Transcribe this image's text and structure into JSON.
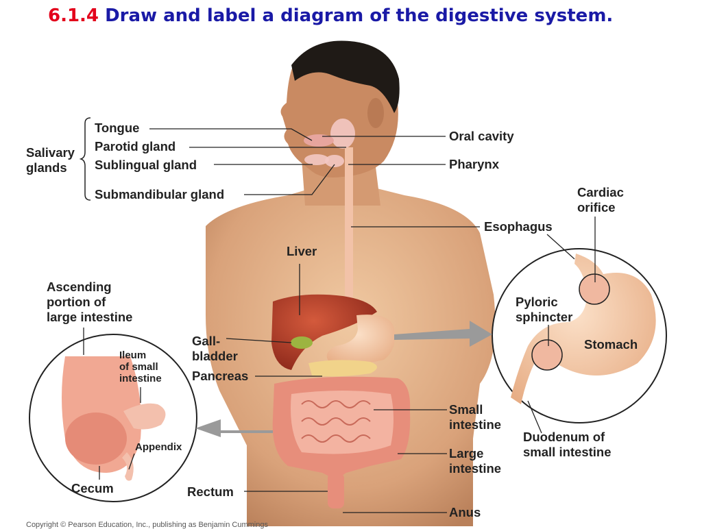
{
  "title": {
    "number": "6.1.4",
    "text": "Draw and label a diagram of the digestive system."
  },
  "labels": {
    "salivary_glands": [
      "Salivary",
      "glands"
    ],
    "tongue": "Tongue",
    "parotid_gland": "Parotid gland",
    "sublingual_gland": "Sublingual gland",
    "submandibular_gland": "Submandibular gland",
    "oral_cavity": "Oral cavity",
    "pharynx": "Pharynx",
    "cardiac_orifice": [
      "Cardiac",
      "orifice"
    ],
    "esophagus": "Esophagus",
    "liver": "Liver",
    "ascending": [
      "Ascending",
      "portion of",
      "large intestine"
    ],
    "pyloric_sphincter": [
      "Pyloric",
      "sphincter"
    ],
    "stomach": "Stomach",
    "gallbladder": [
      "Gall-",
      "bladder"
    ],
    "ileum": [
      "Ileum",
      "of small",
      "intestine"
    ],
    "pancreas": "Pancreas",
    "small_intestine": [
      "Small",
      "intestine"
    ],
    "appendix": "Appendix",
    "duodenum": [
      "Duodenum of",
      "small intestine"
    ],
    "large_intestine": [
      "Large",
      "intestine"
    ],
    "cecum": "Cecum",
    "rectum": "Rectum",
    "anus": "Anus"
  },
  "copyright": "Copyright © Pearson Education, Inc., publishing as Benjamin Cummings",
  "colors": {
    "title_number": "#e3001b",
    "title_text": "#1a1aa6",
    "skin": "#d9a27a",
    "liver": "#b8402a",
    "intestine": "#f0a08a"
  }
}
